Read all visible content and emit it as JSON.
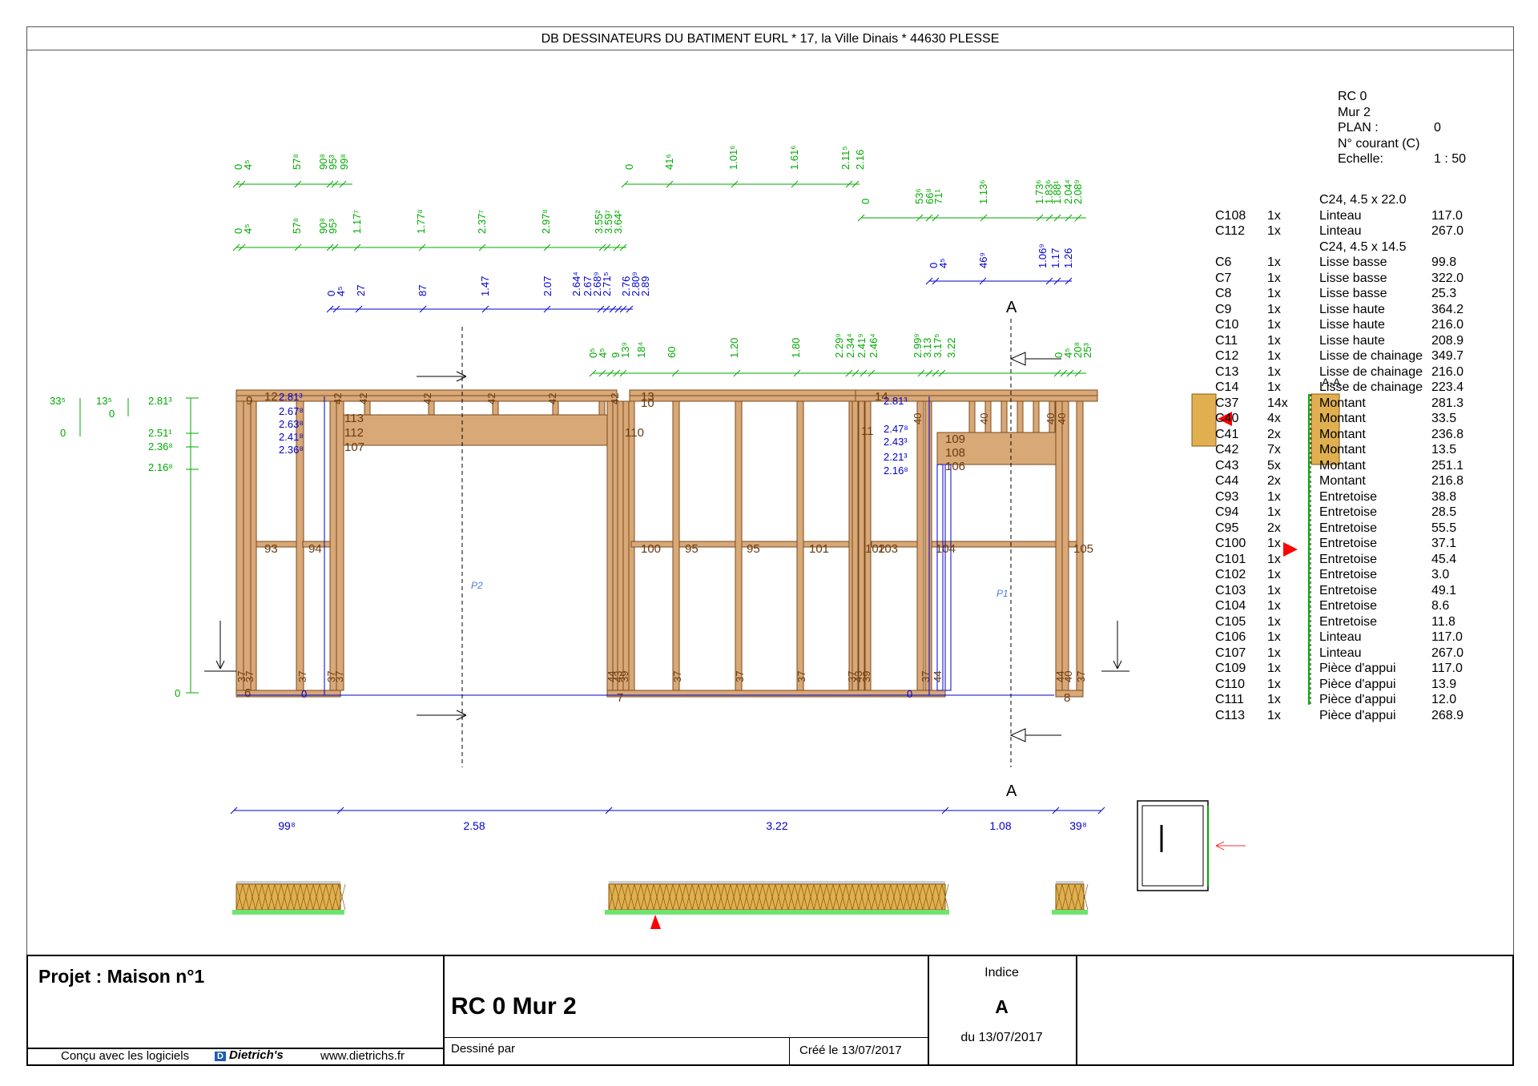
{
  "header": {
    "company": "DB DESSINATEURS DU BATIMENT EURL * 17, la Ville Dinais * 44630 PLESSE"
  },
  "info": [
    {
      "key": "RC 0",
      "value": ""
    },
    {
      "key": "Mur 2",
      "value": ""
    },
    {
      "key": "PLAN :",
      "value": "0"
    },
    {
      "key": "N° courant (C)",
      "value": ""
    },
    {
      "key": "Echelle:",
      "value": "1 : 50"
    }
  ],
  "parts_sections": [
    {
      "section": "C24, 4.5 x 22.0",
      "rows": [
        {
          "code": "C108",
          "qty": "1x",
          "name": "Linteau",
          "len": "117.0"
        },
        {
          "code": "C112",
          "qty": "1x",
          "name": "Linteau",
          "len": "267.0"
        }
      ]
    },
    {
      "section": "C24, 4.5 x 14.5",
      "rows": [
        {
          "code": "C6",
          "qty": "1x",
          "name": "Lisse basse",
          "len": "99.8"
        },
        {
          "code": "C7",
          "qty": "1x",
          "name": "Lisse basse",
          "len": "322.0"
        },
        {
          "code": "C8",
          "qty": "1x",
          "name": "Lisse basse",
          "len": "25.3"
        },
        {
          "code": "C9",
          "qty": "1x",
          "name": "Lisse haute",
          "len": "364.2"
        },
        {
          "code": "C10",
          "qty": "1x",
          "name": "Lisse haute",
          "len": "216.0"
        },
        {
          "code": "C11",
          "qty": "1x",
          "name": "Lisse haute",
          "len": "208.9"
        },
        {
          "code": "C12",
          "qty": "1x",
          "name": "Lisse de chainage",
          "len": "349.7"
        },
        {
          "code": "C13",
          "qty": "1x",
          "name": "Lisse de chainage",
          "len": "216.0"
        },
        {
          "code": "C14",
          "qty": "1x",
          "name": "Lisse de chainage",
          "len": "223.4"
        },
        {
          "code": "C37",
          "qty": "14x",
          "name": "Montant",
          "len": "281.3"
        },
        {
          "code": "C40",
          "qty": "4x",
          "name": "Montant",
          "len": "33.5"
        },
        {
          "code": "C41",
          "qty": "2x",
          "name": "Montant",
          "len": "236.8"
        },
        {
          "code": "C42",
          "qty": "7x",
          "name": "Montant",
          "len": "13.5"
        },
        {
          "code": "C43",
          "qty": "5x",
          "name": "Montant",
          "len": "251.1"
        },
        {
          "code": "C44",
          "qty": "2x",
          "name": "Montant",
          "len": "216.8"
        },
        {
          "code": "C93",
          "qty": "1x",
          "name": "Entretoise",
          "len": "38.8"
        },
        {
          "code": "C94",
          "qty": "1x",
          "name": "Entretoise",
          "len": "28.5"
        },
        {
          "code": "C95",
          "qty": "2x",
          "name": "Entretoise",
          "len": "55.5"
        },
        {
          "code": "C100",
          "qty": "1x",
          "name": "Entretoise",
          "len": "37.1"
        },
        {
          "code": "C101",
          "qty": "1x",
          "name": "Entretoise",
          "len": "45.4"
        },
        {
          "code": "C102",
          "qty": "1x",
          "name": "Entretoise",
          "len": "3.0"
        },
        {
          "code": "C103",
          "qty": "1x",
          "name": "Entretoise",
          "len": "49.1"
        },
        {
          "code": "C104",
          "qty": "1x",
          "name": "Entretoise",
          "len": "8.6"
        },
        {
          "code": "C105",
          "qty": "1x",
          "name": "Entretoise",
          "len": "11.8"
        },
        {
          "code": "C106",
          "qty": "1x",
          "name": "Linteau",
          "len": "117.0"
        },
        {
          "code": "C107",
          "qty": "1x",
          "name": "Linteau",
          "len": "267.0"
        },
        {
          "code": "C109",
          "qty": "1x",
          "name": "Pièce d'appui",
          "len": "117.0"
        },
        {
          "code": "C110",
          "qty": "1x",
          "name": "Pièce d'appui",
          "len": "13.9"
        },
        {
          "code": "C111",
          "qty": "1x",
          "name": "Pièce d'appui",
          "len": "12.0"
        },
        {
          "code": "C113",
          "qty": "1x",
          "name": "Pièce d'appui",
          "len": "268.9"
        }
      ]
    }
  ],
  "bottom_dims": [
    "99⁸",
    "2.58",
    "3.22",
    "1.08",
    "39⁸"
  ],
  "section_label": "A",
  "opening_labels": [
    "P2",
    "P1"
  ],
  "title_block": {
    "projet": "Projet : Maison n°1",
    "software": "Conçu avec les logiciels",
    "brand": "Dietrich's",
    "url": "www.dietrichs.fr",
    "title": "RC 0 Mur 2",
    "drawn_by": "Dessiné par",
    "created": "Créé le 13/07/2017",
    "indice_label": "Indice",
    "indice_value": "A",
    "indice_date": "du 13/07/2017"
  },
  "colors": {
    "green": "#00aa00",
    "blue": "#0000cc",
    "wood": "#d9a877",
    "woodline": "#7a4a1f"
  }
}
